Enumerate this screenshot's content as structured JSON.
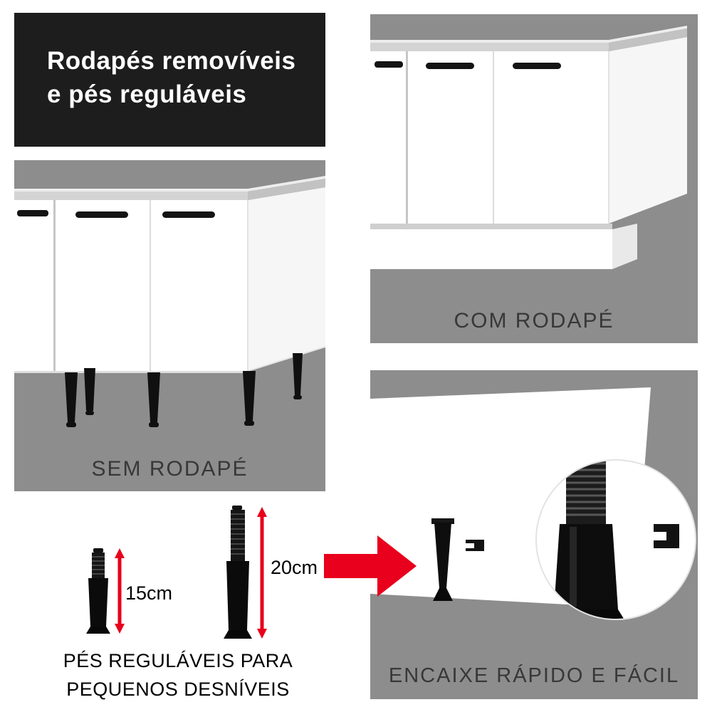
{
  "header": {
    "title_line1": "Rodapés removíveis",
    "title_line2": "e pés reguláveis"
  },
  "panels": {
    "sem_rodape": {
      "caption": "SEM RODAPÉ"
    },
    "com_rodape": {
      "caption": "COM RODAPÉ"
    },
    "encaixe": {
      "caption": "ENCAIXE RÁPIDO E FÁCIL"
    }
  },
  "feet": {
    "small": {
      "label": "15cm"
    },
    "large": {
      "label": "20cm"
    },
    "caption_line1": "PÉS REGULÁVEIS PARA",
    "caption_line2": "PEQUENOS DESNÍVEIS"
  },
  "colors": {
    "accent_red": "#e8001c",
    "panel_gray": "#8d8d8d",
    "header_black": "#1d1d1d"
  }
}
